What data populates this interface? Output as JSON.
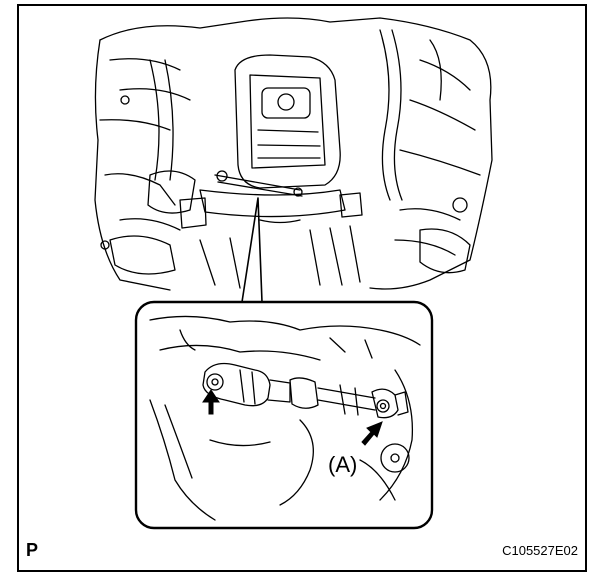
{
  "figure": {
    "corner_letter": "P",
    "code": "C105527E02",
    "callout_label": "(A)"
  },
  "colors": {
    "ink": "#000000",
    "paper": "#ffffff"
  },
  "icons": [
    "arrow-up-icon",
    "arrow-diagonal-icon"
  ]
}
